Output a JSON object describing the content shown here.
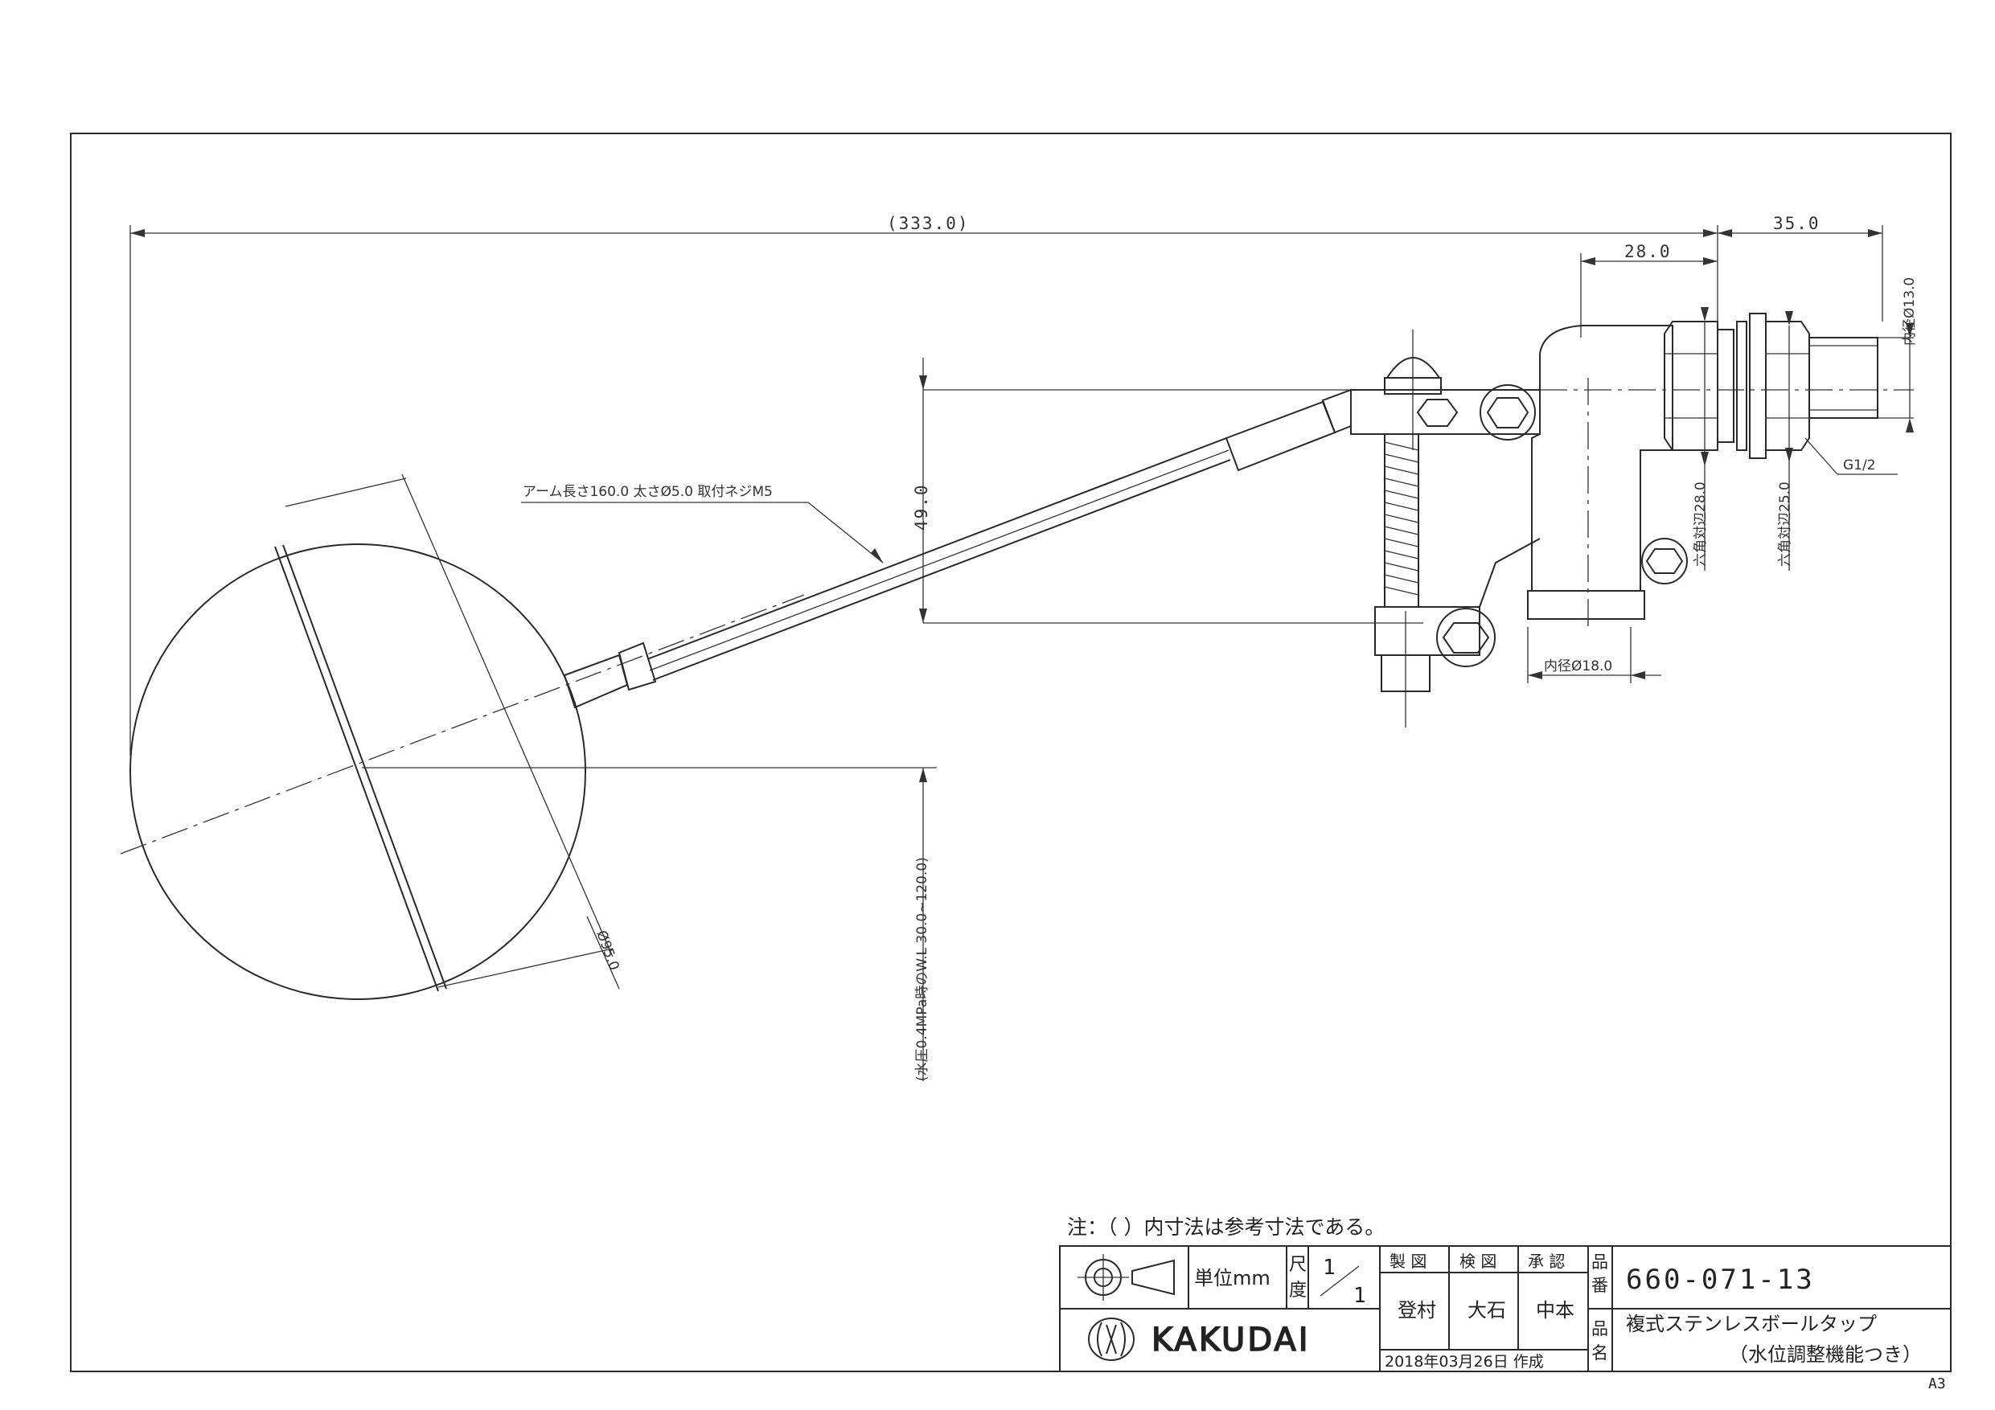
{
  "dimensions": {
    "overall_length": "(333.0)",
    "d35": "35.0",
    "d28": "28.0",
    "inner_dia_13": "内径Ø13.0",
    "thread": "G1/2",
    "hex_28": "六角対辺28.0",
    "hex_25": "六角対辺25.0",
    "inner_dia_18": "内径Ø18.0",
    "h49": "49.0",
    "arm_note": "アーム長さ160.0 太さØ5.0 取付ネジM5",
    "ball_dia": "Ø95.0",
    "water_level": "(水圧0.4MPa時のW.L 30.0~120.0)"
  },
  "notes": {
    "reference": "注：（ ）内寸法は参考寸法である。"
  },
  "title_block": {
    "unit": "単位mm",
    "scale_label_1": "尺",
    "scale_label_2": "度",
    "scale_num": "1",
    "scale_den": "1",
    "drawn_label": "製 図",
    "checked_label": "検 図",
    "approved_label": "承 認",
    "drawn_by": "登村",
    "checked_by": "大石",
    "approved_by": "中本",
    "date": "2018年03月26日 作成",
    "part_no_label_1": "品",
    "part_no_label_2": "番",
    "part_no": "660-071-13",
    "name_label_1": "品",
    "name_label_2": "名",
    "product_name": "複式ステンレスボールタップ",
    "product_subname": "（水位調整機能つき）",
    "company": "KAKUDAI",
    "sheet_size": "A3"
  }
}
